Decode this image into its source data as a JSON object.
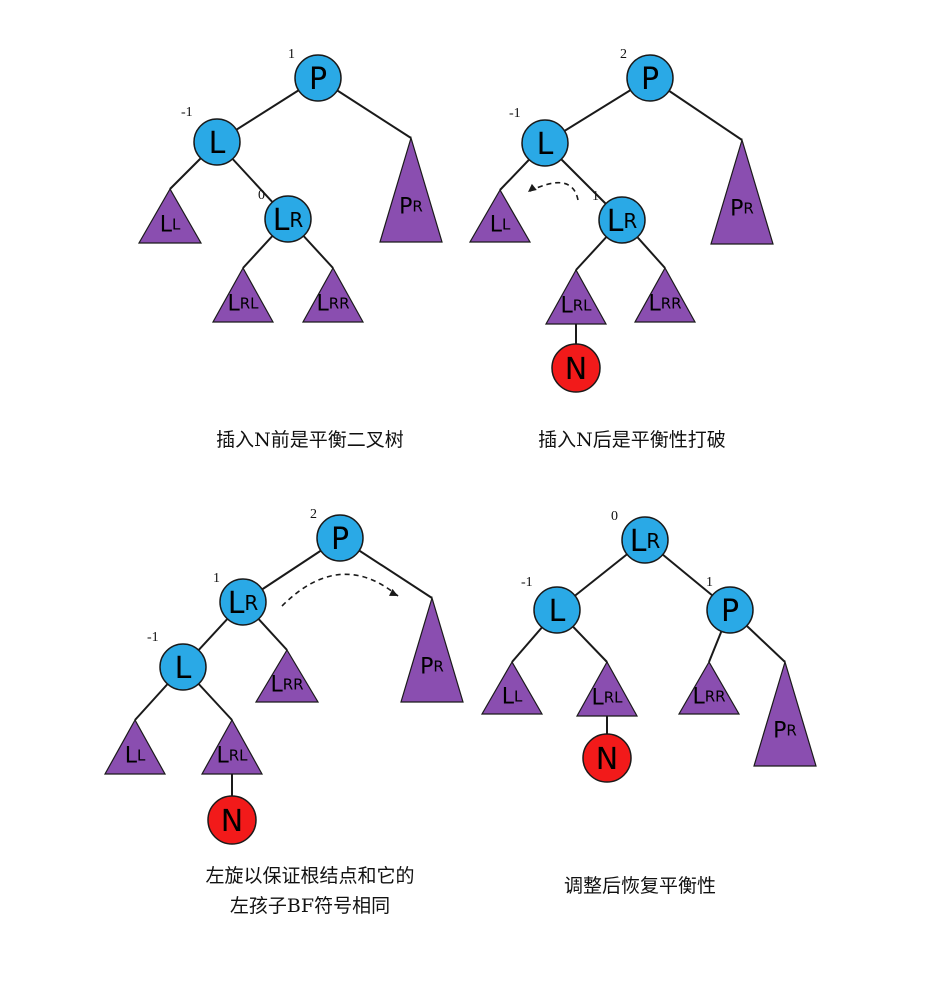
{
  "panels": [
    {
      "caption_lines": [
        "插入N前是平衡二叉树"
      ],
      "nodes": [
        {
          "id": "P",
          "main": "P",
          "sub": "",
          "kind": "circle",
          "bf": "1"
        },
        {
          "id": "L",
          "main": "L",
          "sub": "",
          "kind": "circle",
          "bf": "-1"
        },
        {
          "id": "LR",
          "main": "L",
          "sub": "R",
          "kind": "circle",
          "bf": "0"
        },
        {
          "id": "LL",
          "main": "L",
          "sub": "L",
          "kind": "tri",
          "bf": ""
        },
        {
          "id": "PR",
          "main": "P",
          "sub": "R",
          "kind": "tri",
          "bf": ""
        },
        {
          "id": "LRL",
          "main": "L",
          "sub": "RL",
          "kind": "tri",
          "bf": ""
        },
        {
          "id": "LRR",
          "main": "L",
          "sub": "RR",
          "kind": "tri",
          "bf": ""
        }
      ]
    },
    {
      "caption_lines": [
        "插入N后是平衡性打破"
      ],
      "nodes": [
        {
          "id": "P",
          "main": "P",
          "sub": "",
          "kind": "circle",
          "bf": "2"
        },
        {
          "id": "L",
          "main": "L",
          "sub": "",
          "kind": "circle",
          "bf": "-1"
        },
        {
          "id": "LR",
          "main": "L",
          "sub": "R",
          "kind": "circle",
          "bf": "1"
        },
        {
          "id": "LL",
          "main": "L",
          "sub": "L",
          "kind": "tri",
          "bf": ""
        },
        {
          "id": "PR",
          "main": "P",
          "sub": "R",
          "kind": "tri",
          "bf": ""
        },
        {
          "id": "LRL",
          "main": "L",
          "sub": "RL",
          "kind": "tri",
          "bf": ""
        },
        {
          "id": "LRR",
          "main": "L",
          "sub": "RR",
          "kind": "tri",
          "bf": ""
        },
        {
          "id": "N",
          "main": "N",
          "sub": "",
          "kind": "new",
          "bf": ""
        }
      ]
    },
    {
      "caption_lines": [
        "左旋以保证根结点和它的",
        "左孩子BF符号相同"
      ],
      "nodes": [
        {
          "id": "P",
          "main": "P",
          "sub": "",
          "kind": "circle",
          "bf": "2"
        },
        {
          "id": "LR",
          "main": "L",
          "sub": "R",
          "kind": "circle",
          "bf": "1"
        },
        {
          "id": "L",
          "main": "L",
          "sub": "",
          "kind": "circle",
          "bf": "-1"
        },
        {
          "id": "LRR",
          "main": "L",
          "sub": "RR",
          "kind": "tri",
          "bf": ""
        },
        {
          "id": "PR",
          "main": "P",
          "sub": "R",
          "kind": "tri",
          "bf": ""
        },
        {
          "id": "LL",
          "main": "L",
          "sub": "L",
          "kind": "tri",
          "bf": ""
        },
        {
          "id": "LRL",
          "main": "L",
          "sub": "RL",
          "kind": "tri",
          "bf": ""
        },
        {
          "id": "N",
          "main": "N",
          "sub": "",
          "kind": "new",
          "bf": ""
        }
      ]
    },
    {
      "caption_lines": [
        "调整后恢复平衡性"
      ],
      "nodes": [
        {
          "id": "LR",
          "main": "L",
          "sub": "R",
          "kind": "circle",
          "bf": "0"
        },
        {
          "id": "L",
          "main": "L",
          "sub": "",
          "kind": "circle",
          "bf": "-1"
        },
        {
          "id": "P",
          "main": "P",
          "sub": "",
          "kind": "circle",
          "bf": "1"
        },
        {
          "id": "LL",
          "main": "L",
          "sub": "L",
          "kind": "tri",
          "bf": ""
        },
        {
          "id": "LRL",
          "main": "L",
          "sub": "RL",
          "kind": "tri",
          "bf": ""
        },
        {
          "id": "LRR",
          "main": "L",
          "sub": "RR",
          "kind": "tri",
          "bf": ""
        },
        {
          "id": "PR",
          "main": "P",
          "sub": "R",
          "kind": "tri",
          "bf": ""
        },
        {
          "id": "N",
          "main": "N",
          "sub": "",
          "kind": "new",
          "bf": ""
        }
      ]
    }
  ],
  "colors": {
    "node": "#2aa9e6",
    "subtree": "#8a4eb0",
    "inserted_node": "#f21a1a"
  }
}
